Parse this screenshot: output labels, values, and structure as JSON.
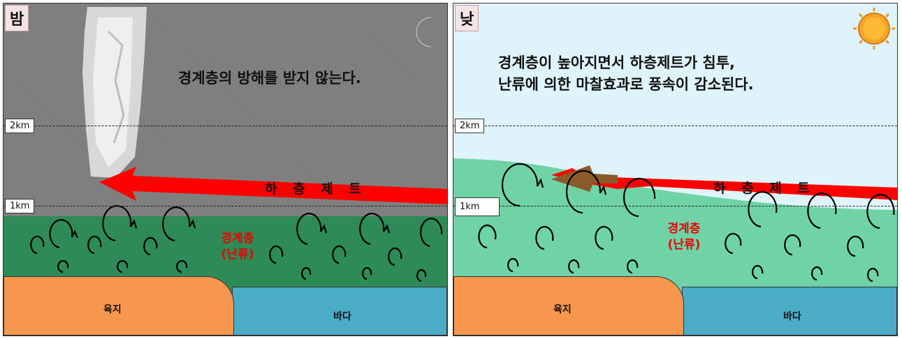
{
  "night": {
    "tag": "밤",
    "caption": "경계층의 방해를 받지 않는다.",
    "altitude_high": "2km",
    "altitude_low": "1km",
    "jet_label": "하 층 제 트",
    "boundary_label_1": "경계층",
    "boundary_label_2": "(난류)",
    "land_label": "육지",
    "sea_label": "바다",
    "icon": "moon-icon"
  },
  "day": {
    "tag": "낮",
    "caption_line1": "경계층이 높아지면서 하층제트가 침투,",
    "caption_line2": "난류에 의한 마찰효과로 풍속이 감소된다.",
    "altitude_high": "2km",
    "altitude_low": "1km",
    "jet_label": "하 층 제 트",
    "boundary_label_1": "경계층",
    "boundary_label_2": "(난류)",
    "land_label": "육지",
    "sea_label": "바다",
    "icon": "sun-icon"
  },
  "colors": {
    "night_sky": "#7f7f7f",
    "night_boundary": "#2e8b57",
    "day_sky": "#dff3fa",
    "day_boundary": "#6fd3a6",
    "land": "#f7974d",
    "sea": "#4bacc6",
    "jet": "#ff0000"
  }
}
